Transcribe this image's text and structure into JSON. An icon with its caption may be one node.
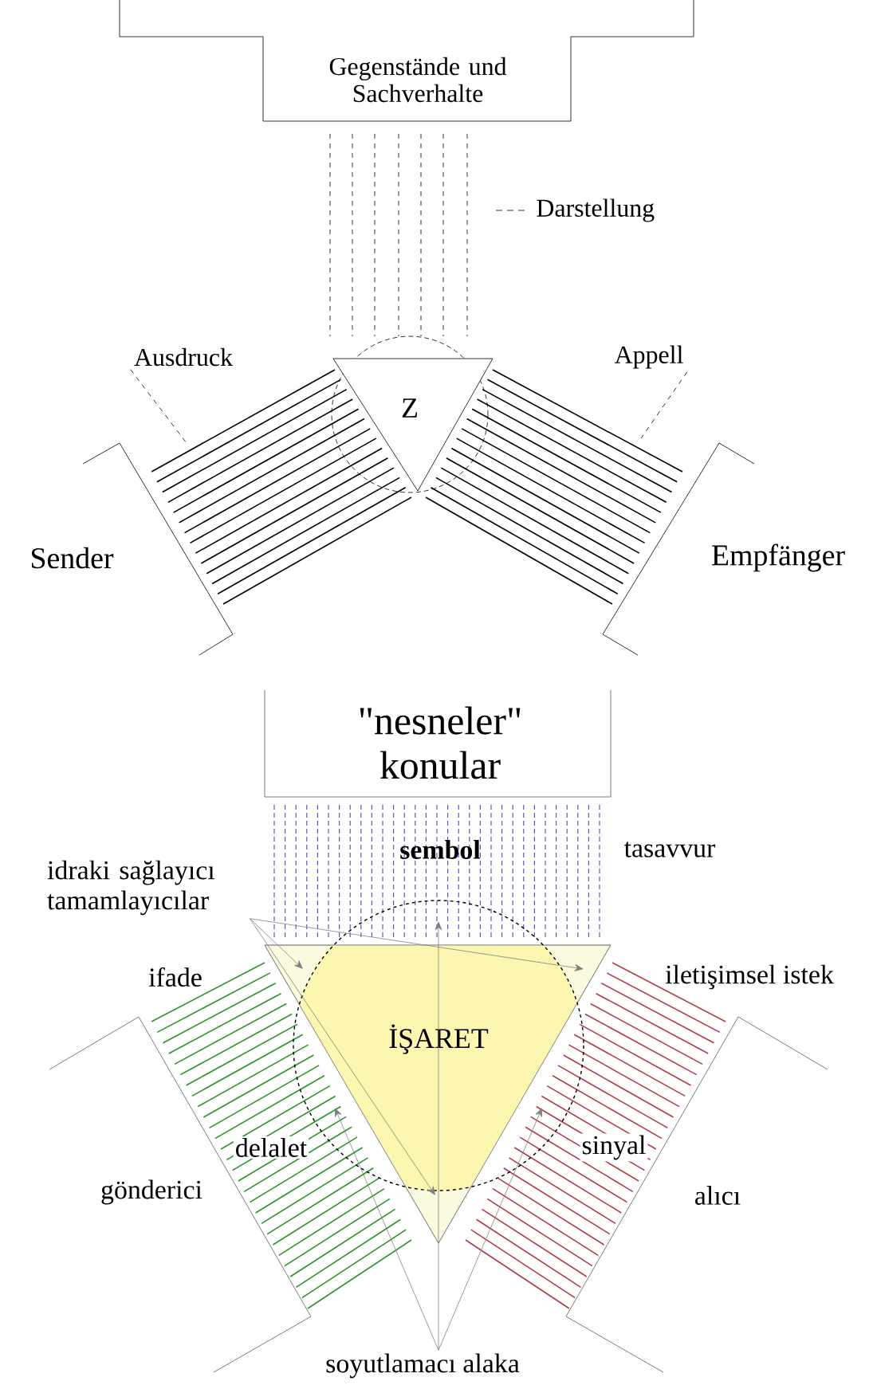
{
  "diagram": {
    "nodes": [
      {
        "text": [
          "Gegenstände und Sachverhalte"
        ]
      },
      {
        "text": [
          "Z"
        ]
      },
      {
        "text": [
          "Ausdruck"
        ]
      },
      {
        "text": [
          "Appell"
        ]
      },
      {
        "text": [
          "\"nesneler\" konular"
        ]
      },
      {
        "text": [
          "İŞARET"
        ]
      },
      {
        "text": [
          "idraki sağlayıcı tamamlayıcılar"
        ]
      },
      {
        "text": [
          "soyutlamacı alaka"
        ]
      },
      {
        "text": [],
        "shape": "box"
      },
      {
        "text": [],
        "shape": "box"
      }
    ],
    "edges": [
      {
        "from": 2,
        "to": 8,
        "arrow": "none",
        "style": "dashed",
        "color": "#000000"
      },
      {
        "from": 3,
        "to": 9,
        "arrow": "none",
        "style": "dashed",
        "color": "#000000"
      },
      {
        "from": 6,
        "to": 5,
        "arrow": "to"
      },
      {
        "from": 6,
        "to": 5,
        "arrow": "to"
      },
      {
        "from": 6,
        "to": 5,
        "arrow": "to"
      },
      {
        "from": 7,
        "to": 5,
        "arrow": "to"
      },
      {
        "from": 7,
        "to": 5,
        "arrow": "to"
      },
      {
        "from": 7,
        "to": 5,
        "arrow": "to"
      }
    ],
    "labels": [
      "Darstellung",
      "Sender",
      "Empfänger",
      "sembol",
      "tasavvur",
      "ifade",
      "iletişimsel istek",
      "delalet",
      "sinyal",
      "gönderici",
      "alıcı"
    ]
  }
}
